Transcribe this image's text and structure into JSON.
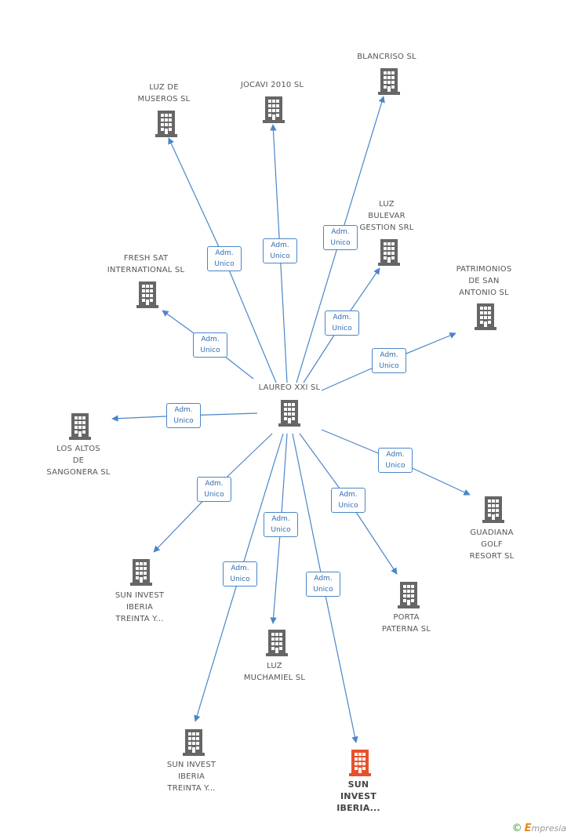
{
  "center": {
    "name": "LAUREO XXI  SL"
  },
  "edge_label": "Adm.\nUnico",
  "colors": {
    "edge": "#4a86c8",
    "icon": "#666666",
    "highlight": "#e8512a"
  },
  "nodes": [
    {
      "id": "blancriso",
      "name": "BLANCRISO SL",
      "icon": "building-icon"
    },
    {
      "id": "jocavi",
      "name": "JOCAVI 2010 SL",
      "icon": "building-icon"
    },
    {
      "id": "luz-museros",
      "name": "LUZ DE\nMUSEROS SL",
      "icon": "building-icon"
    },
    {
      "id": "luz-bulevar",
      "name": "LUZ\nBULEVAR\nGESTION SRL",
      "icon": "building-icon"
    },
    {
      "id": "fresh-sat",
      "name": "FRESH SAT\nINTERNATIONAL SL",
      "icon": "building-icon"
    },
    {
      "id": "patrimonios",
      "name": "PATRIMONIOS\nDE SAN\nANTONIO SL",
      "icon": "building-icon"
    },
    {
      "id": "altos-sangonera",
      "name": "LOS ALTOS\nDE\nSANGONERA SL",
      "icon": "building-icon"
    },
    {
      "id": "guadiana",
      "name": "GUADIANA\nGOLF\nRESORT SL",
      "icon": "building-icon"
    },
    {
      "id": "sun-invest-1",
      "name": "SUN INVEST\nIBERIA\nTREINTA Y...",
      "icon": "building-icon"
    },
    {
      "id": "porta-paterna",
      "name": "PORTA\nPATERNA SL",
      "icon": "building-icon"
    },
    {
      "id": "luz-muchamiel",
      "name": "LUZ\nMUCHAMIEL SL",
      "icon": "building-icon"
    },
    {
      "id": "sun-invest-2",
      "name": "SUN INVEST\nIBERIA\nTREINTA Y...",
      "icon": "building-icon"
    },
    {
      "id": "sun-invest-3",
      "name": "SUN\nINVEST\nIBERIA...",
      "icon": "building-icon",
      "highlight": true
    }
  ],
  "brand": {
    "copyright": "©",
    "name_first": "E",
    "name_rest": "mpresia"
  }
}
